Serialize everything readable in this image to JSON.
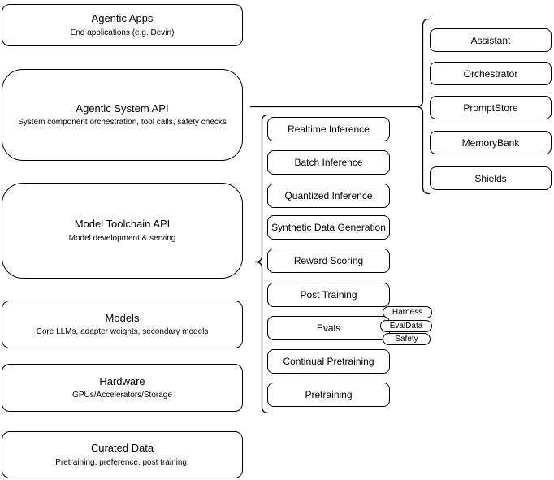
{
  "diagram": {
    "layers": [
      {
        "title": "Agentic Apps",
        "subtitle": "End applications (e.g. Devin)"
      },
      {
        "title": "Agentic System API",
        "subtitle": "System component orchestration, tool calls, safety checks"
      },
      {
        "title": "Model Toolchain API",
        "subtitle": "Model development & serving"
      },
      {
        "title": "Models",
        "subtitle": "Core LLMs, adapter weights, secondary models"
      },
      {
        "title": "Hardware",
        "subtitle": "GPUs/Accelerators/Storage"
      },
      {
        "title": "Curated Data",
        "subtitle": "Pretraining, preference, post training."
      }
    ],
    "toolchain_components": [
      "Realtime Inference",
      "Batch Inference",
      "Quantized Inference",
      "Synthetic Data Generation",
      "Reward Scoring",
      "Post Training",
      "Evals",
      "Continual Pretraining",
      "Pretraining"
    ],
    "evals_tags": [
      "Harness",
      "EvalData",
      "Safety"
    ],
    "system_components": [
      "Assistant",
      "Orchestrator",
      "PromptStore",
      "MemoryBank",
      "Shields"
    ],
    "colors": {
      "stroke": "#000000",
      "fill": "#ffffff",
      "text": "#000000"
    }
  }
}
